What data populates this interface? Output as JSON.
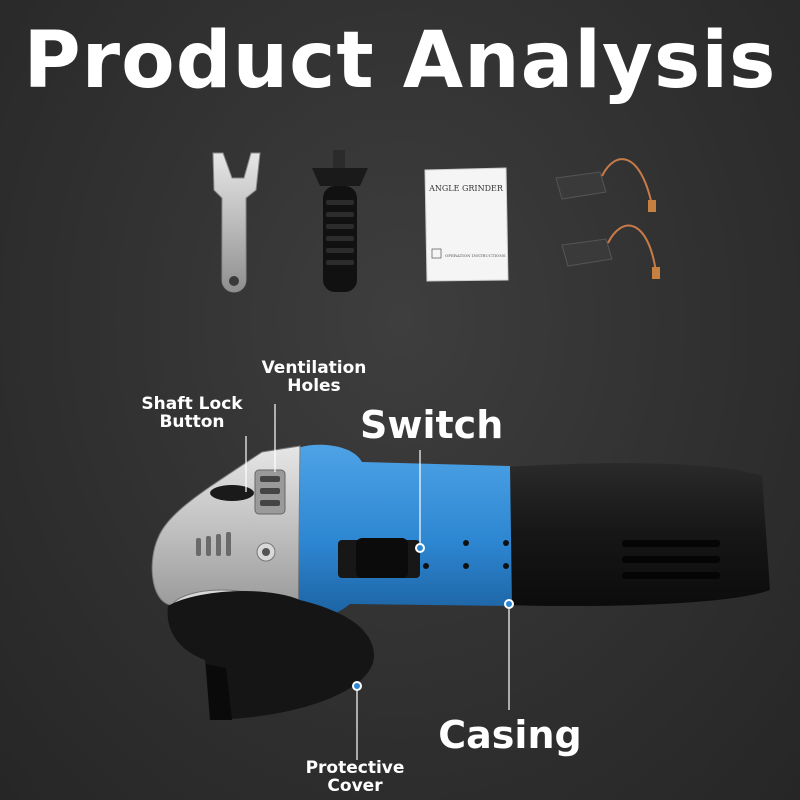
{
  "title": "Product Analysis",
  "accessories": {
    "manual_title": "ANGLE GRINDER",
    "manual_footer": "OPERATION INSTRUCTIONS"
  },
  "labels": {
    "shaft_lock": {
      "line1": "Shaft Lock",
      "line2": "Button"
    },
    "ventilation": {
      "line1": "Ventilation",
      "line2": "Holes"
    },
    "switch": "Switch",
    "casing": "Casing",
    "protective_cover": {
      "line1": "Protective",
      "line2": "Cover"
    }
  },
  "colors": {
    "background": "#303030",
    "body_blue": "#2d86d1",
    "handle_black": "#151515",
    "gear_silver": "#bdbdbd",
    "callout_dot": "#2d86d1"
  }
}
